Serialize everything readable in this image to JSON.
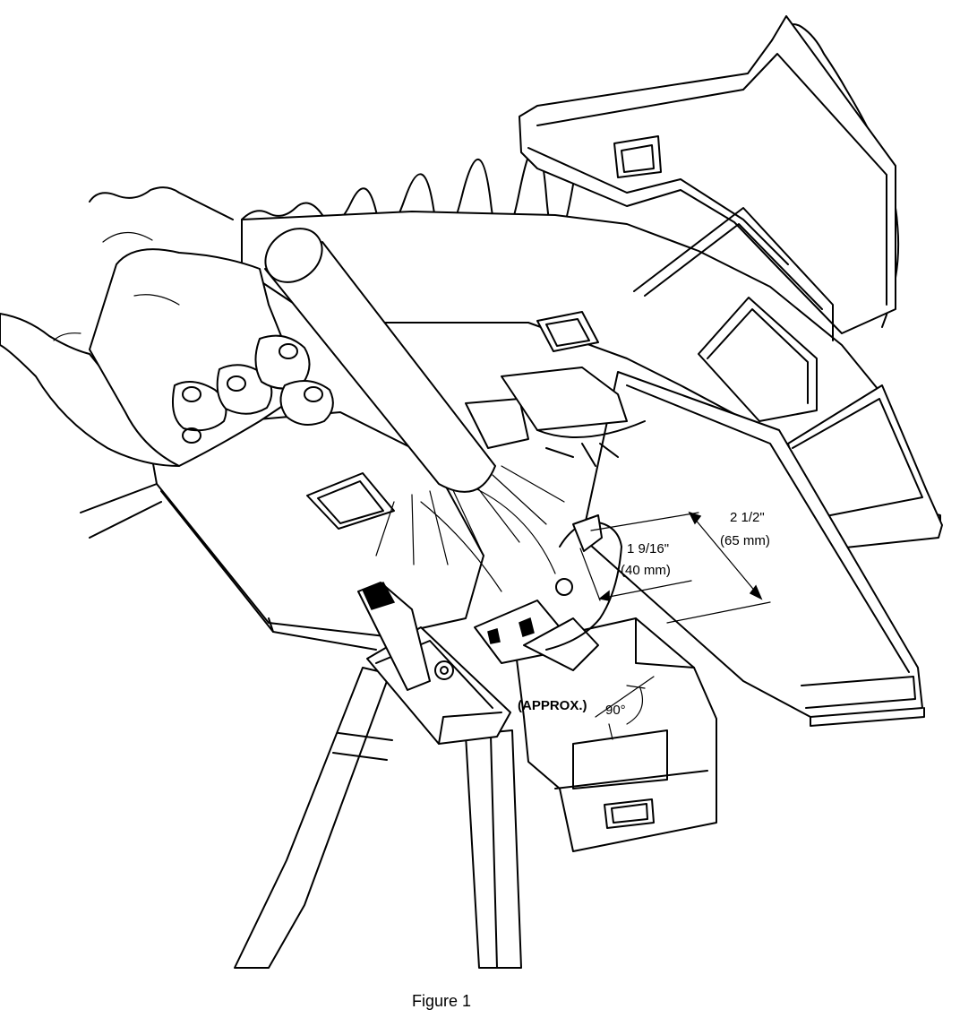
{
  "figure": {
    "caption": "Figure 1",
    "dimensions": {
      "outer": {
        "imperial": "2 1/2\"",
        "metric": "(65 mm)"
      },
      "inner": {
        "imperial": "1 9/16\"",
        "metric": "(40 mm)"
      },
      "angle": {
        "qualifier": "(APPROX.)",
        "value": "90°"
      }
    }
  }
}
